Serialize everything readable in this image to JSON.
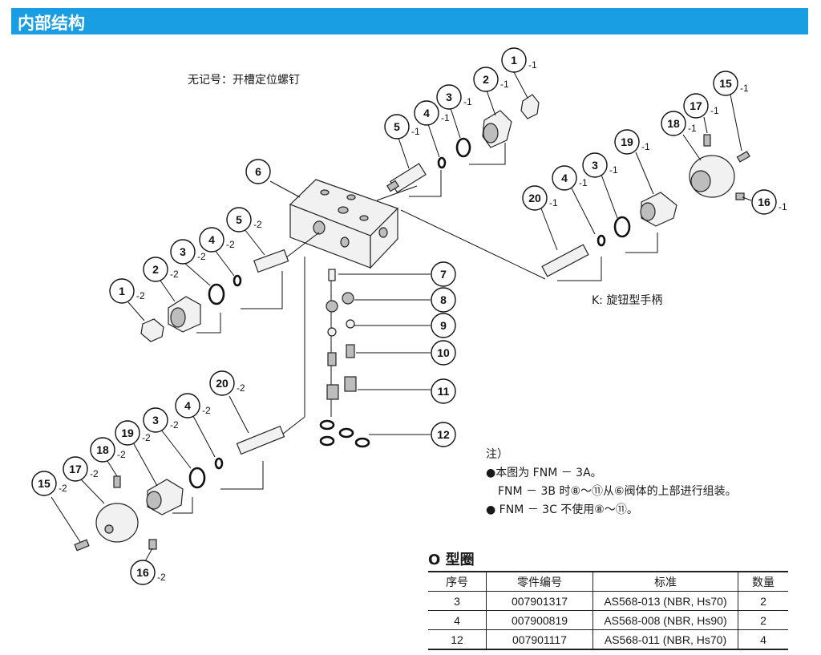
{
  "header": {
    "title": "内部结构"
  },
  "labels": {
    "no_mark": "无记号：开槽定位螺钉",
    "k_knob": "K: 旋钮型手柄"
  },
  "callouts": [
    {
      "num": "1",
      "suffix": "-1"
    },
    {
      "num": "2",
      "suffix": "-1"
    },
    {
      "num": "3",
      "suffix": "-1"
    },
    {
      "num": "4",
      "suffix": "-1"
    },
    {
      "num": "5",
      "suffix": "-1"
    },
    {
      "num": "6",
      "suffix": ""
    },
    {
      "num": "20",
      "suffix": "-1"
    },
    {
      "num": "4",
      "suffix": "-1"
    },
    {
      "num": "3",
      "suffix": "-1"
    },
    {
      "num": "19",
      "suffix": "-1"
    },
    {
      "num": "18",
      "suffix": "-1"
    },
    {
      "num": "17",
      "suffix": "-1"
    },
    {
      "num": "15",
      "suffix": "-1"
    },
    {
      "num": "16",
      "suffix": "-1"
    },
    {
      "num": "5",
      "suffix": "-2"
    },
    {
      "num": "4",
      "suffix": "-2"
    },
    {
      "num": "3",
      "suffix": "-2"
    },
    {
      "num": "2",
      "suffix": "-2"
    },
    {
      "num": "1",
      "suffix": "-2"
    },
    {
      "num": "7",
      "suffix": ""
    },
    {
      "num": "8",
      "suffix": ""
    },
    {
      "num": "9",
      "suffix": ""
    },
    {
      "num": "10",
      "suffix": ""
    },
    {
      "num": "11",
      "suffix": ""
    },
    {
      "num": "12",
      "suffix": ""
    },
    {
      "num": "20",
      "suffix": "-2"
    },
    {
      "num": "4",
      "suffix": "-2"
    },
    {
      "num": "3",
      "suffix": "-2"
    },
    {
      "num": "19",
      "suffix": "-2"
    },
    {
      "num": "18",
      "suffix": "-2"
    },
    {
      "num": "17",
      "suffix": "-2"
    },
    {
      "num": "15",
      "suffix": "-2"
    },
    {
      "num": "16",
      "suffix": "-2"
    }
  ],
  "notes": {
    "heading": "注）",
    "line1": "●本图为 FNM － 3A。",
    "line2": "FNM － 3B 时⑧～⑪从⑥阀体的上部进行组装。",
    "line3": "● FNM － 3C 不使用⑧～⑪。"
  },
  "oring_table": {
    "title": "O 型圈",
    "headers": [
      "序号",
      "零件编号",
      "标准",
      "数量"
    ],
    "rows": [
      [
        "3",
        "007901317",
        "AS568-013 (NBR, Hs70)",
        "2"
      ],
      [
        "4",
        "007900819",
        "AS568-008 (NBR, Hs90)",
        "2"
      ],
      [
        "12",
        "007901117",
        "AS568-011 (NBR, Hs70)",
        "4"
      ]
    ]
  }
}
